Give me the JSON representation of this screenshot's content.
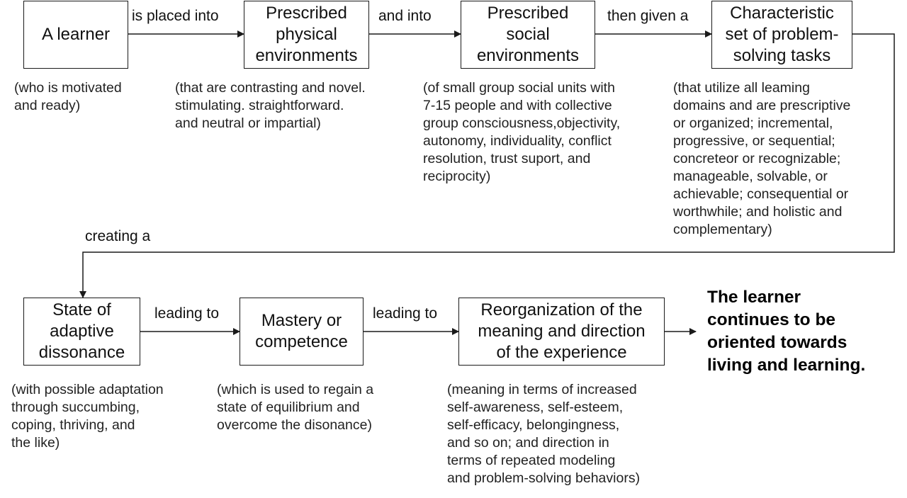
{
  "colors": {
    "line": "#1a1a1a",
    "text": "#111111",
    "background": "#ffffff"
  },
  "boxes": {
    "learner": "A learner",
    "physical": "Prescribed\nphysical\nenvironments",
    "social": "Prescribed\nsocial\nenvironments",
    "tasks": "Characteristic\nset of problem-\nsolving tasks",
    "dissonance": "State of\nadaptive\ndissonance",
    "mastery": "Mastery or\ncompetence",
    "reorganization": "Reorganization of the\nmeaning and direction\nof the experience"
  },
  "connectors": {
    "placed_into": "is placed into",
    "and_into": "and into",
    "then_given": "then given a",
    "creating": "creating a",
    "leading_to_1": "leading to",
    "leading_to_2": "leading to"
  },
  "notes": {
    "learner": "(who is motivated\n and ready)",
    "physical": "(that are contrasting and novel.\n stimulating. straightforward.\n and neutral or impartial)",
    "social": "(of small group social units with\n 7-15 people and with collective\n group consciousness,objectivity,\n autonomy, individuality, conflict\n resolution, trust suport, and\n reciprocity)",
    "tasks": "(that utilize all leaming\n domains and are prescriptive\n or organized; incremental,\n progressive, or sequential;\n concreteor or recognizable;\n manageable, solvable, or\n achievable; consequential or\n worthwhile; and holistic and\n complementary)",
    "dissonance": "(with possible adaptation\n through succumbing,\n coping, thriving, and\n the like)",
    "mastery": "(which is used to regain a\n state of equilibrium and\n overcome the disonance)",
    "reorganization": "(meaning in terms of increased\n self-awareness, self-esteem,\n self-efficacy, belongingness,\n and so on; and direction in\n terms of repeated modeling\n and problem-solving behaviors)"
  },
  "outcome": "The learner\ncontinues to be\noriented towards\nliving and learning."
}
